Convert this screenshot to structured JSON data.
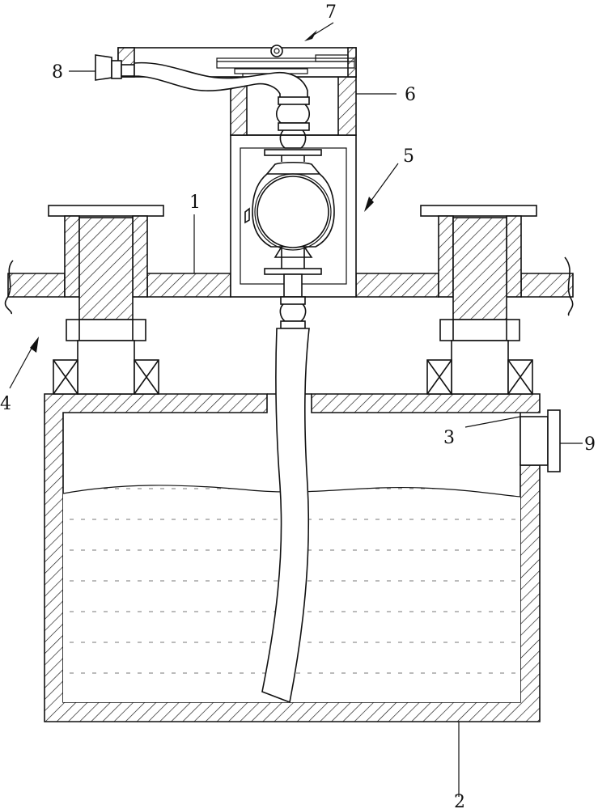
{
  "figure": {
    "labels": {
      "l1": "1",
      "l2": "2",
      "l3": "3",
      "l4": "4",
      "l5": "5",
      "l6": "6",
      "l7": "7",
      "l8": "8",
      "l9": "9"
    }
  }
}
